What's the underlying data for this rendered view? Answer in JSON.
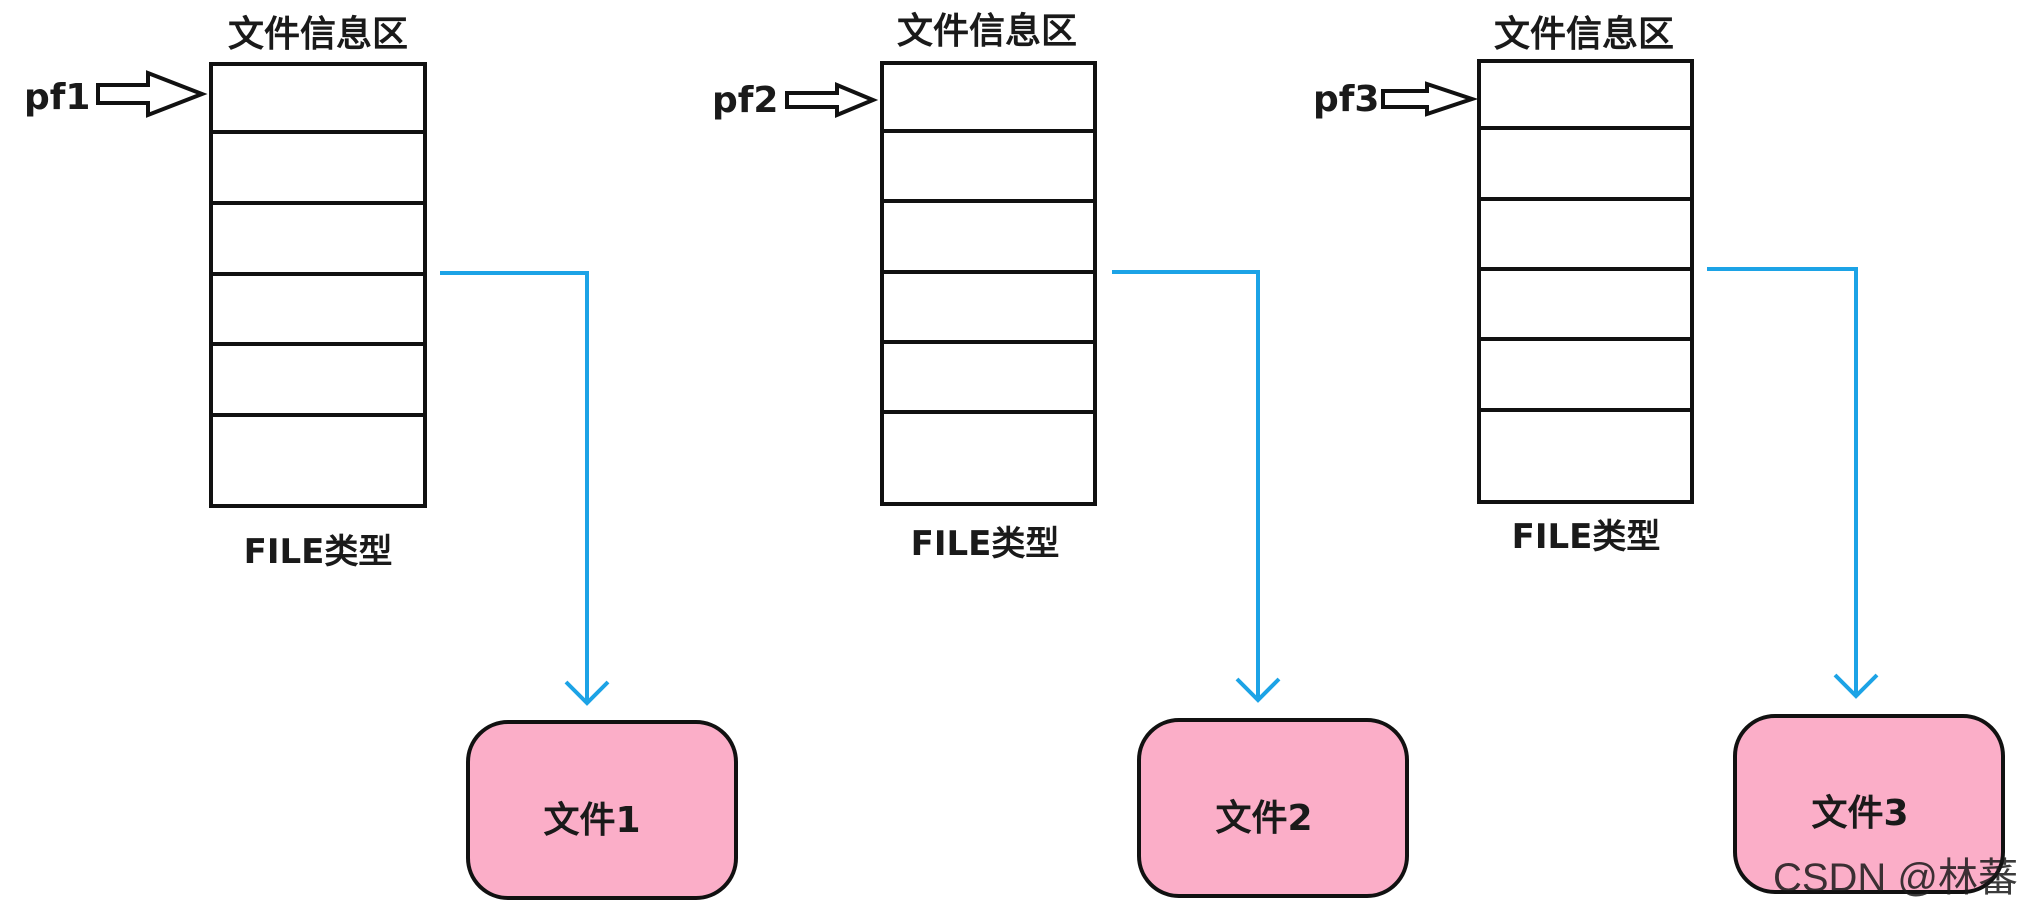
{
  "colors": {
    "stroke": "#111111",
    "connector": "#1ca3e6",
    "file_fill": "#fbaec8",
    "watermark": "#bdbdbd"
  },
  "units": [
    {
      "pointer_label": "pf1",
      "struct_title": "文件信息区",
      "struct_type": "FILE类型",
      "file_label": "文件1"
    },
    {
      "pointer_label": "pf2",
      "struct_title": "文件信息区",
      "struct_type": "FILE类型",
      "file_label": "文件2"
    },
    {
      "pointer_label": "pf3",
      "struct_title": "文件信息区",
      "struct_type": "FILE类型",
      "file_label": "文件3"
    }
  ],
  "watermark": {
    "text": "CSDN @林蕃"
  }
}
